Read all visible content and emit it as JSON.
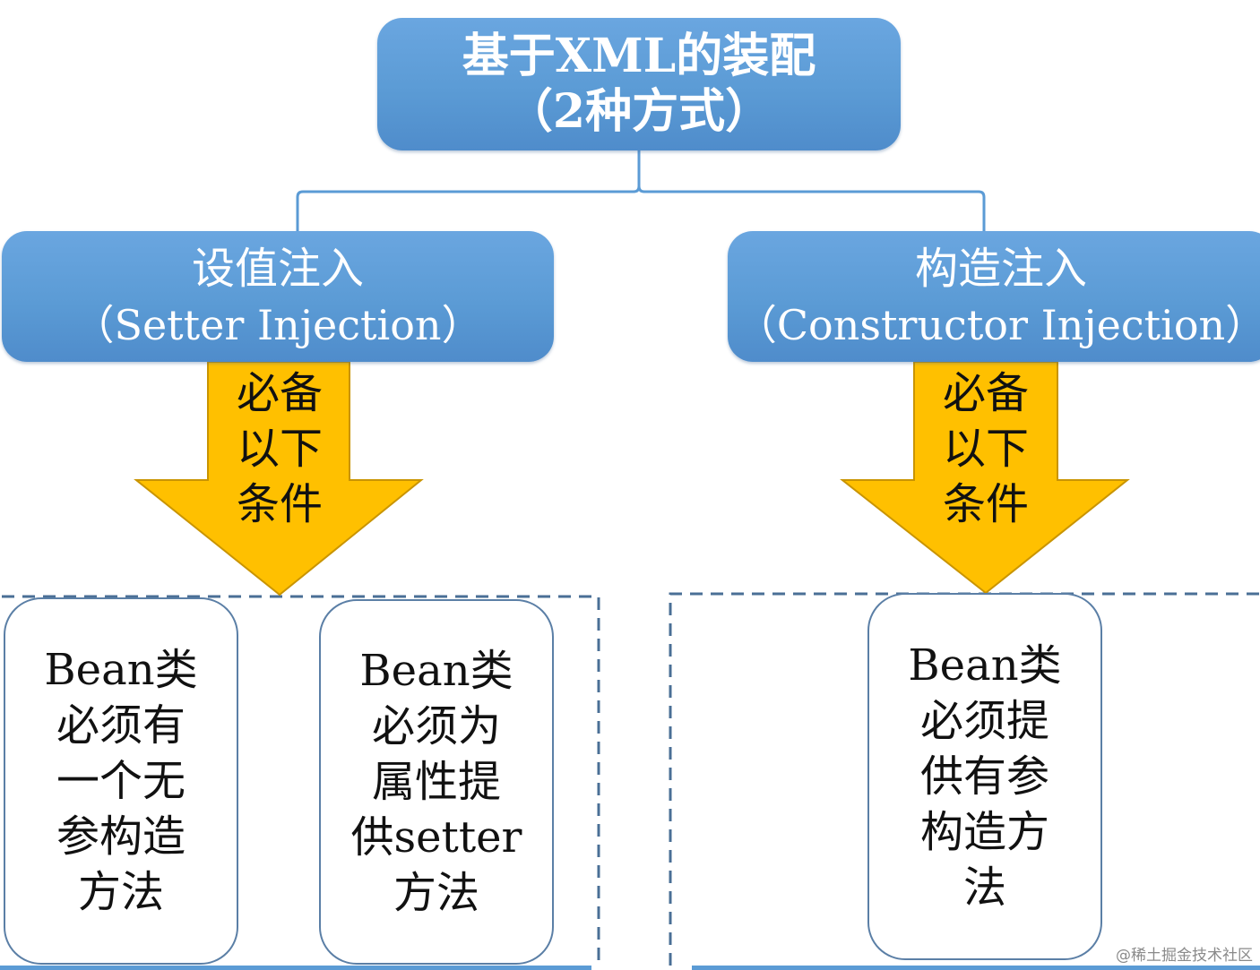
{
  "root": {
    "line1": "基于XML的装配",
    "line2": "（2种方式）"
  },
  "setter": {
    "title": "设值注入",
    "subtitle": "（Setter Injection）",
    "arrow": [
      "必备",
      "以下",
      "条件"
    ],
    "conditions": [
      [
        "Bean类",
        "必须有",
        "一个无",
        "参构造",
        "方法"
      ],
      [
        "Bean类",
        "必须为",
        "属性提",
        "供setter",
        "方法"
      ]
    ]
  },
  "constructor": {
    "title": "构造注入",
    "subtitle": "（Constructor Injection）",
    "arrow": [
      "必备",
      "以下",
      "条件"
    ],
    "conditions": [
      [
        "Bean类",
        "必须提",
        "供有参",
        "构造方",
        "法"
      ]
    ]
  },
  "watermark": "@稀土掘金技术社区",
  "colors": {
    "node_blue": "#5b9bd5",
    "arrow_gold": "#ffc000",
    "line": "#5b9bd5",
    "dash": "#4a6f96"
  }
}
